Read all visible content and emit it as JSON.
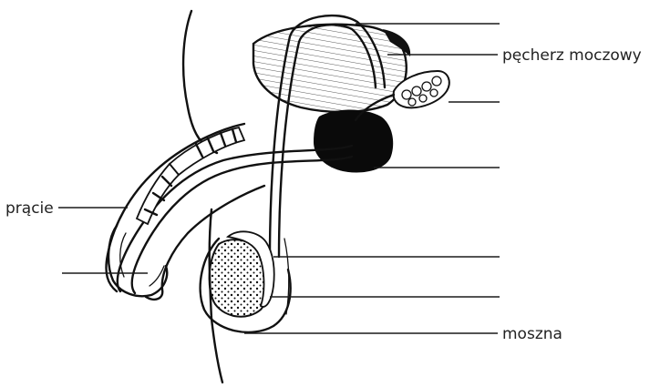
{
  "labels": {
    "penis": "prącie",
    "bladder": "pęcherz moczowy",
    "scrotum": "moszna"
  },
  "colors": {
    "ink": "#111111",
    "background": "#ffffff",
    "label_text": "#222222"
  }
}
